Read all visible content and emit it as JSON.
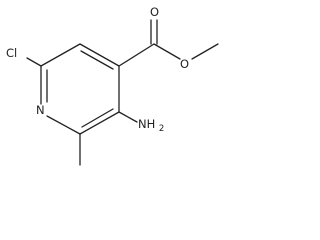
{
  "molecule": {
    "atom_labels": {
      "ester_oxygen_carbonyl": "O",
      "ester_oxygen_ether": "O",
      "chloro": "Cl",
      "ring_nitrogen": "N",
      "amino": "NH",
      "amino_subscript": "2"
    }
  }
}
